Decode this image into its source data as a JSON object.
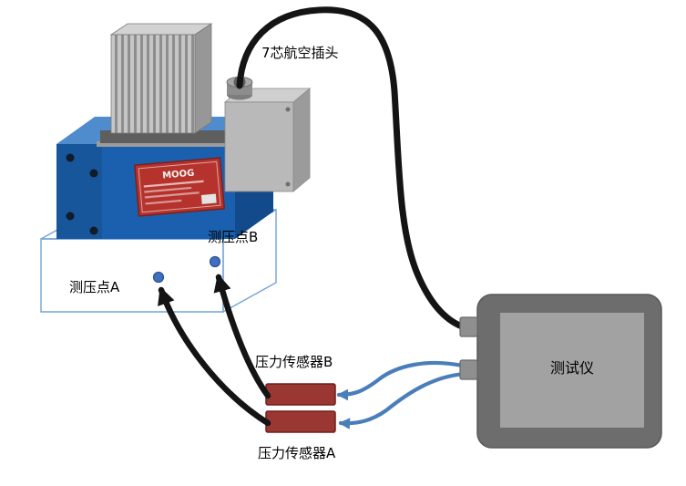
{
  "labels": {
    "plug": "7芯航空插头",
    "test_point_a": "测压点A",
    "test_point_b": "测压点B",
    "sensor_b": "压力传感器B",
    "sensor_a": "压力传感器A",
    "tester": "测试仪",
    "valve_brand": "MOOG"
  },
  "colors": {
    "valve_body_blue": "#1b60ae",
    "valve_top_blue": "#4f8ccd",
    "nameplate_red": "#b5332c",
    "sensor_red": "#9a3733",
    "tester_body_gray": "#6d6d6d",
    "tester_screen_gray": "#a2a2a2",
    "cable_black": "#141414",
    "cable_blue": "#4a7ebb",
    "manifold_outline_blue": "#73a3d6",
    "test_point_dot": "#3f6fbf"
  }
}
